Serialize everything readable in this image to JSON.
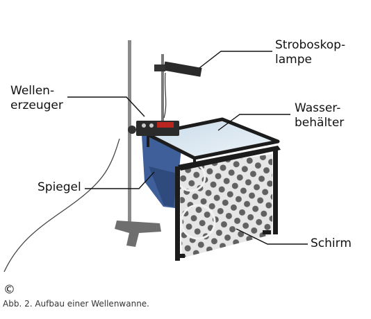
{
  "labels": {
    "stroboscope": "Stroboskop-\nlampe",
    "wave_generator": "Wellen-\nerzeuger",
    "water_tank": "Wasser-\nbehälter",
    "mirror": "Spiegel",
    "screen": "Schirm"
  },
  "copyright_symbol": "©",
  "caption": "Abb. 2. Aufbau einer Wellenwanne.",
  "colors": {
    "frame": "#1c1c1c",
    "mirror_blue": "#3f5f9a",
    "water": "#d8e6f2",
    "wave_dark": "#3a3a3a",
    "screen_light": "#e8e8e8",
    "stand": "#8a8a8a",
    "generator_red": "#b8261f"
  }
}
